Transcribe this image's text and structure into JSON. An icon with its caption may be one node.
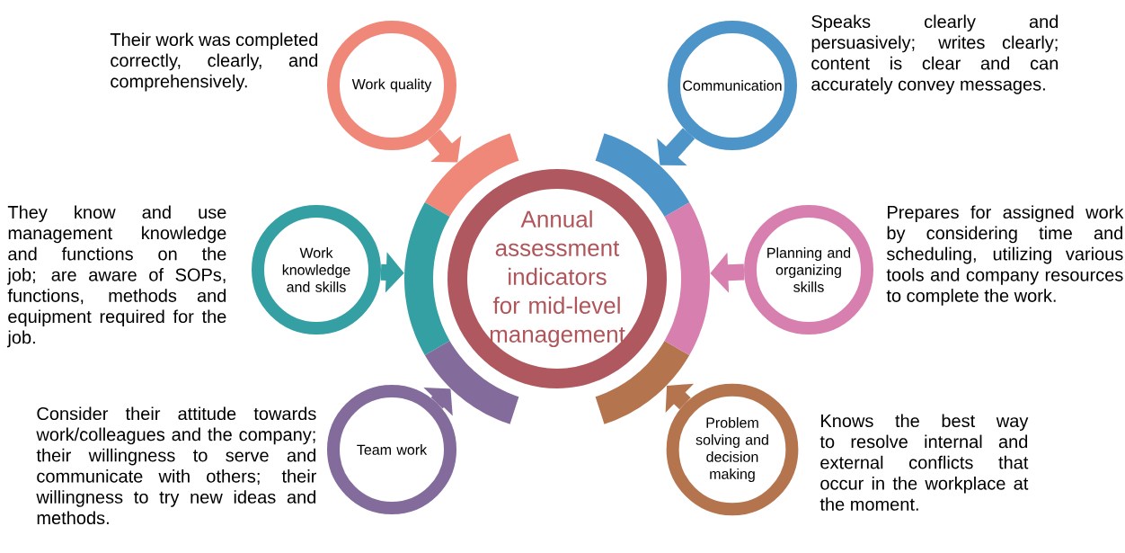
{
  "diagram": {
    "nodes": [
      {
        "text": [
          "Annual assessment indicators for mid-level management"
        ]
      },
      {
        "text": [
          "Work quality"
        ],
        "beside": [
          "Their work was completed correctly, clearly, and comprehensively."
        ]
      },
      {
        "text": [
          "Communication"
        ],
        "beside": [
          "Speaks clearly and persuasively; writes clearly; content is clear and can accurately convey messages."
        ]
      },
      {
        "text": [
          "Work knowledge and skills"
        ],
        "beside": [
          "They know and use management knowledge and functions on the job; are aware of SOPs, functions, methods and equipment required for the job."
        ]
      },
      {
        "text": [
          "Planning and organizing skills"
        ],
        "beside": [
          "Prepares for assigned work by considering time and scheduling, utilizing various tools and company resources to complete the work."
        ]
      },
      {
        "text": [
          "Team work"
        ],
        "beside": [
          "Consider their attitude towards work/colleagues and the company; their willingness to serve and communicate with others; their willingness to try new ideas and methods."
        ]
      },
      {
        "text": [
          "Problem solving and decision making"
        ],
        "beside": [
          "Knows the best way to resolve internal and external conflicts that occur in the workplace at the moment."
        ]
      }
    ],
    "edges": [
      {
        "from": 1,
        "to": 0,
        "arrow": "to",
        "color": "#ef8878"
      },
      {
        "from": 2,
        "to": 0,
        "arrow": "to",
        "color": "#4d94c8"
      },
      {
        "from": 3,
        "to": 0,
        "arrow": "to",
        "color": "#35a0a4"
      },
      {
        "from": 4,
        "to": 0,
        "arrow": "to",
        "color": "#d77fae"
      },
      {
        "from": 5,
        "to": 0,
        "arrow": "to",
        "color": "#836c9c"
      },
      {
        "from": 6,
        "to": 0,
        "arrow": "to",
        "color": "#b4744e"
      }
    ]
  }
}
